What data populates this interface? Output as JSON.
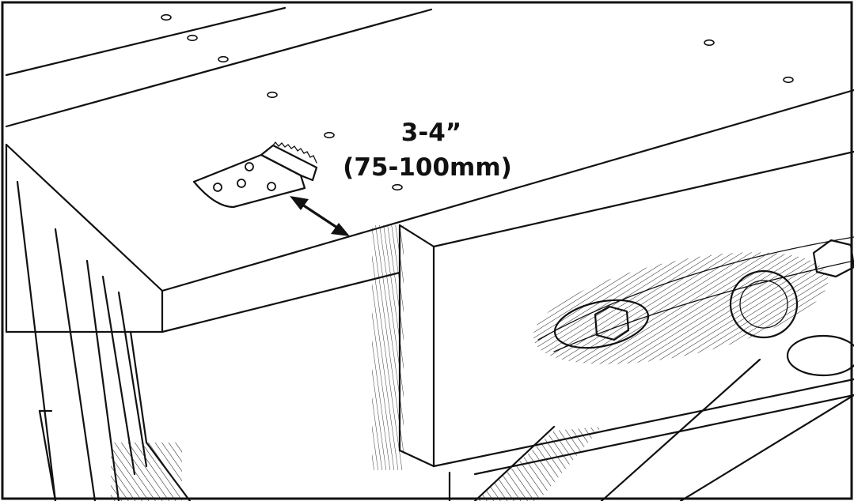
{
  "callout": {
    "dimension_imperial": "3-4”",
    "dimension_metric": "(75-100mm)"
  },
  "colors": {
    "line": "#111111",
    "background": "#ffffff"
  },
  "icons": {
    "arrow": "double-headed-arrow",
    "stop": "bench-dog-stop-plate"
  }
}
